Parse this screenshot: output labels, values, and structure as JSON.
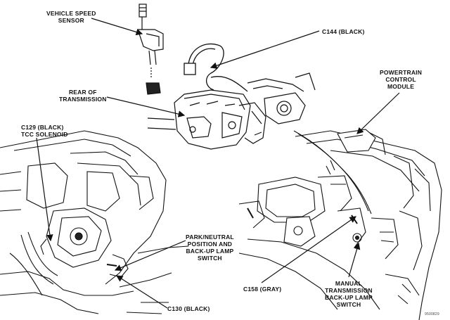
{
  "colors": {
    "ink": "#111111",
    "paper": "#ffffff",
    "fill": "#1a1a1a"
  },
  "labels": {
    "vehicle_speed_sensor": [
      "VEHICLE SPEED",
      "SENSOR"
    ],
    "c144": "C144 (BLACK)",
    "rear_of_transmission": [
      "REAR OF",
      "TRANSMISSION"
    ],
    "powertrain_control_module": [
      "POWERTRAIN",
      "CONTROL",
      "MODULE"
    ],
    "c129_tcc": [
      "C129 (BLACK)",
      "TCC SOLENOID"
    ],
    "park_neutral_switch": [
      "PARK/NEUTRAL",
      "POSITION AND",
      "BACK-UP LAMP",
      "SWITCH"
    ],
    "c130": "C130 (BLACK)",
    "c158": "C158 (GRAY)",
    "manual_transmission_switch": [
      "MANUAL",
      "TRANSMISSION",
      "BACK-UP LAMP",
      "SWITCH"
    ],
    "figure_code": "9500829"
  }
}
